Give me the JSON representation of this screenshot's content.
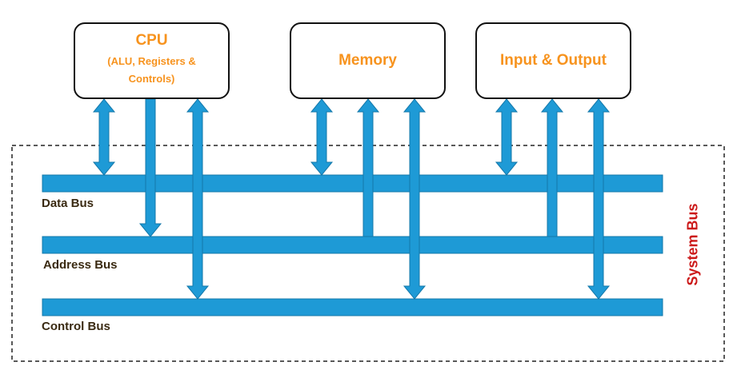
{
  "units": {
    "cpu": {
      "title": "CPU",
      "subtitle_line1": "(ALU, Registers &",
      "subtitle_line2": "Controls)"
    },
    "memory": {
      "title": "Memory"
    },
    "io": {
      "title": "Input & Output"
    }
  },
  "buses": {
    "data": "Data Bus",
    "address": "Address Bus",
    "control": "Control Bus"
  },
  "system_bus_label": "System Bus",
  "connections": [
    {
      "unit": "CPU",
      "bus": "Data Bus",
      "direction": "bidirectional"
    },
    {
      "unit": "CPU",
      "bus": "Address Bus",
      "direction": "unit-to-bus"
    },
    {
      "unit": "CPU",
      "bus": "Control Bus",
      "direction": "bidirectional"
    },
    {
      "unit": "Memory",
      "bus": "Data Bus",
      "direction": "bidirectional"
    },
    {
      "unit": "Memory",
      "bus": "Address Bus",
      "direction": "bus-to-unit"
    },
    {
      "unit": "Memory",
      "bus": "Control Bus",
      "direction": "bidirectional"
    },
    {
      "unit": "Input & Output",
      "bus": "Data Bus",
      "direction": "bidirectional"
    },
    {
      "unit": "Input & Output",
      "bus": "Address Bus",
      "direction": "bus-to-unit"
    },
    {
      "unit": "Input & Output",
      "bus": "Control Bus",
      "direction": "bidirectional"
    }
  ],
  "colors": {
    "bus_blue": "#1e9ad6",
    "unit_text": "#f7931e",
    "system_bus_text": "#cc1a1a",
    "bus_label_text": "#3a2a12"
  }
}
